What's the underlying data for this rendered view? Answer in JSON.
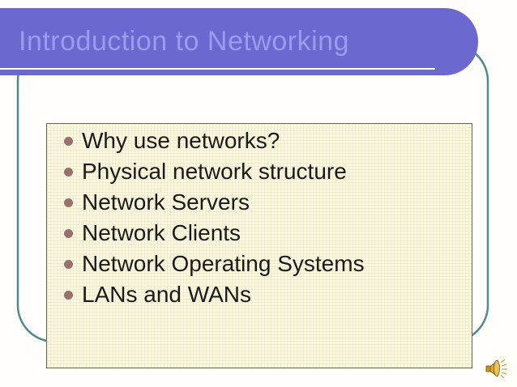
{
  "slide": {
    "title": "Introduction to Networking",
    "bullets": [
      "Why use networks?",
      "Physical network structure",
      "Network Servers",
      "Network Clients",
      "Network Operating Systems",
      "LANs and WANs"
    ],
    "icons": {
      "speaker": "speaker-sound-icon"
    },
    "colors": {
      "page-bg": "#fffefb",
      "banner": "#6b68d0",
      "title-text": "#9d9bec",
      "underline": "#ffffff",
      "frame": "#4e8c8c",
      "box-bg": "#fcfae6",
      "box-grid": "#f0ecca",
      "box-border": "#6b6b55",
      "bullet": "#9c6f6f",
      "text": "#1a1a1a",
      "speaker-gold": "#dfa92a",
      "speaker-outline": "#6e5510"
    }
  }
}
